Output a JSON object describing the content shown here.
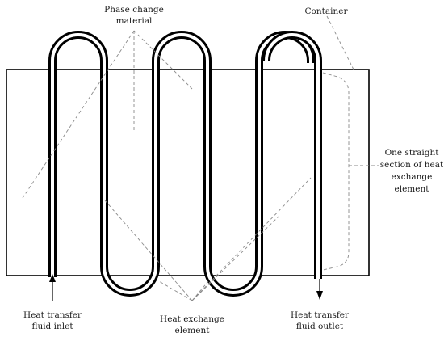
{
  "labels": {
    "phase_change_1": "Phase change",
    "phase_change_2": "material",
    "container": "Container",
    "straight_1": "One straight",
    "straight_2": "section of heat",
    "straight_3": "exchange",
    "straight_4": "element",
    "inlet_1": "Heat transfer",
    "inlet_2": "fluid inlet",
    "hx_1": "Heat exchange",
    "hx_2": "element",
    "outlet_1": "Heat transfer",
    "outlet_2": "fluid outlet"
  },
  "colors": {
    "stroke": "#000000",
    "leader": "#888888",
    "text": "#1a1a1a"
  }
}
